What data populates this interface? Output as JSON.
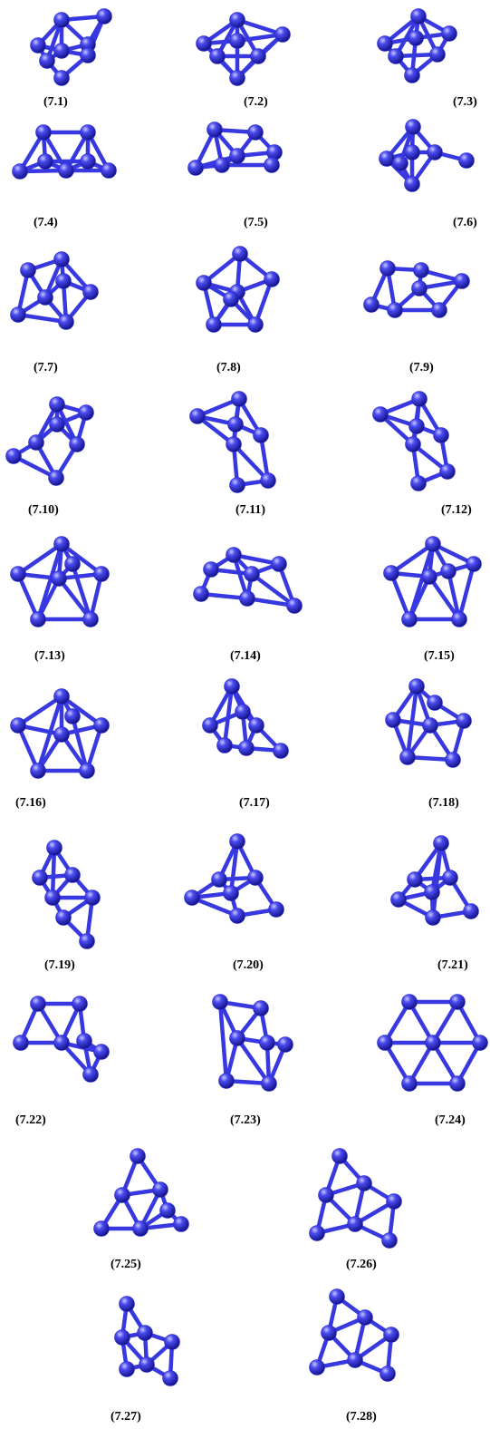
{
  "colors": {
    "atom": "#2a2ad6",
    "bond": "#3838e0",
    "highlight": "#c8c8ff",
    "label": "#000000"
  },
  "structures": [
    {
      "id": "7.1",
      "label": "(7.1)"
    },
    {
      "id": "7.2",
      "label": "(7.2)"
    },
    {
      "id": "7.3",
      "label": "(7.3)"
    },
    {
      "id": "7.4",
      "label": "(7.4)"
    },
    {
      "id": "7.5",
      "label": "(7.5)"
    },
    {
      "id": "7.6",
      "label": "(7.6)"
    },
    {
      "id": "7.7",
      "label": "(7.7)"
    },
    {
      "id": "7.8",
      "label": "(7.8)"
    },
    {
      "id": "7.9",
      "label": "(7.9)"
    },
    {
      "id": "7.10",
      "label": "(7.10)"
    },
    {
      "id": "7.11",
      "label": "(7.11)"
    },
    {
      "id": "7.12",
      "label": "(7.12)"
    },
    {
      "id": "7.13",
      "label": "(7.13)"
    },
    {
      "id": "7.14",
      "label": "(7.14)"
    },
    {
      "id": "7.15",
      "label": "(7.15)"
    },
    {
      "id": "7.16",
      "label": "(7.16)"
    },
    {
      "id": "7.17",
      "label": "(7.17)"
    },
    {
      "id": "7.18",
      "label": "(7.18)"
    },
    {
      "id": "7.19",
      "label": "(7.19)"
    },
    {
      "id": "7.20",
      "label": "(7.20)"
    },
    {
      "id": "7.21",
      "label": "(7.21)"
    },
    {
      "id": "7.22",
      "label": "(7.22)"
    },
    {
      "id": "7.23",
      "label": "(7.23)"
    },
    {
      "id": "7.24",
      "label": "(7.24)"
    },
    {
      "id": "7.25",
      "label": "(7.25)"
    },
    {
      "id": "7.26",
      "label": "(7.26)"
    },
    {
      "id": "7.27",
      "label": "(7.27)"
    },
    {
      "id": "7.28",
      "label": "(7.28)"
    }
  ]
}
